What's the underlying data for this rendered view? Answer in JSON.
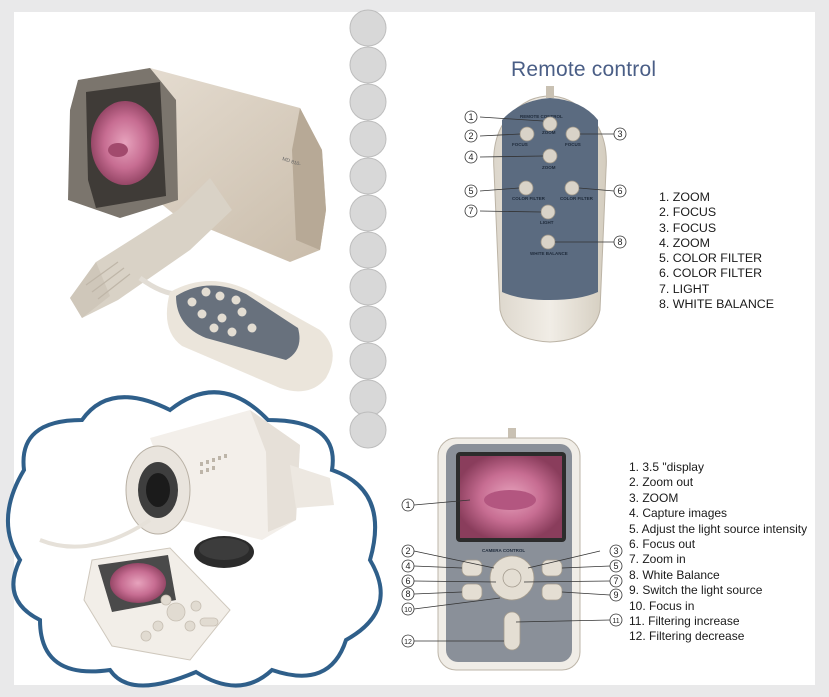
{
  "title": "Remote control",
  "remote_buttons": [
    {
      "label": "ZOOM"
    },
    {
      "label": "FOCUS"
    },
    {
      "label": "FOCUS"
    },
    {
      "label": "ZOOM"
    },
    {
      "label": "COLOR FILTER"
    },
    {
      "label": "COLOR FILTER"
    },
    {
      "label": "LIGHT"
    },
    {
      "label": "WHITE BALANCE"
    }
  ],
  "remote_header": "REMOTE CONTROL",
  "remote_callouts": [
    "1",
    "2",
    "3",
    "4",
    "5",
    "6",
    "7",
    "8"
  ],
  "remote_legend": [
    "1. ZOOM",
    "2. FOCUS",
    "3. FOCUS",
    "4. ZOOM",
    "5. COLOR FILTER",
    "6. COLOR FILTER",
    "7. LIGHT",
    "8. WHITE BALANCE"
  ],
  "camera_control_header": "CAMERA CONTROL",
  "camera_callouts": [
    "1",
    "2",
    "3",
    "4",
    "5",
    "6",
    "7",
    "8",
    "9",
    "10",
    "11",
    "12"
  ],
  "camera_legend": [
    "1. 3.5 \"display",
    "2. Zoom out",
    "3. ZOOM",
    "4. Capture images",
    "5. Adjust the light source intensity",
    "6. Focus out",
    "7. Zoom in",
    "8. White Balance",
    "9. Switch the light source",
    "10. Focus in",
    "11. Filtering increase",
    "12. Filtering decrease"
  ],
  "colors": {
    "title": "#4a5e86",
    "remote_panel": "#5b6b80",
    "camera_panel": "#8a9099",
    "cloud_outline": "#2f5f8a",
    "divider_circles": "#d6d6d6"
  }
}
